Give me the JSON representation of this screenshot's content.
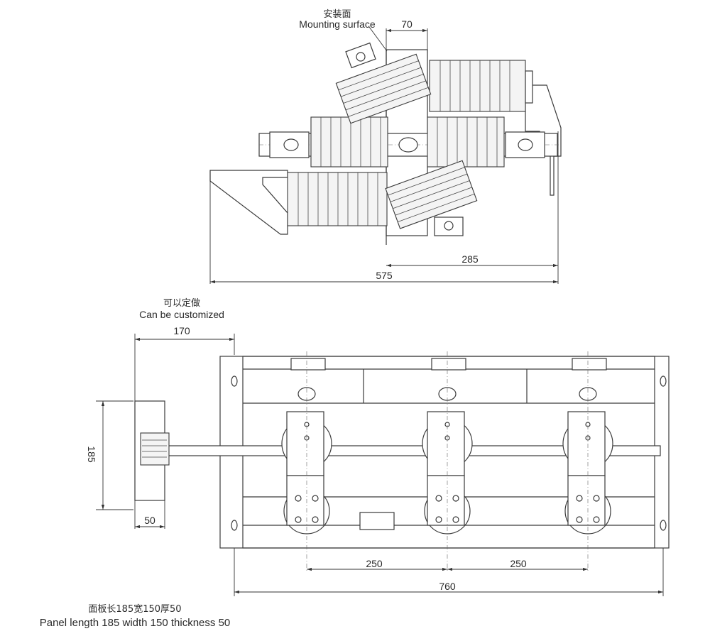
{
  "top_view": {
    "mounting_label_cn": "安装面",
    "mounting_label_en": "Mounting surface",
    "dim_70": "70",
    "dim_285": "285",
    "dim_575": "575"
  },
  "front_view": {
    "custom_label_cn": "可以定做",
    "custom_label_en": "Can be customized",
    "dim_170": "170",
    "dim_185": "185",
    "dim_50": "50",
    "dim_250_a": "250",
    "dim_250_b": "250",
    "dim_760": "760"
  },
  "panel_note": {
    "cn": "面板长185宽150厚50",
    "en": "Panel length 185 width 150 thickness 50"
  }
}
